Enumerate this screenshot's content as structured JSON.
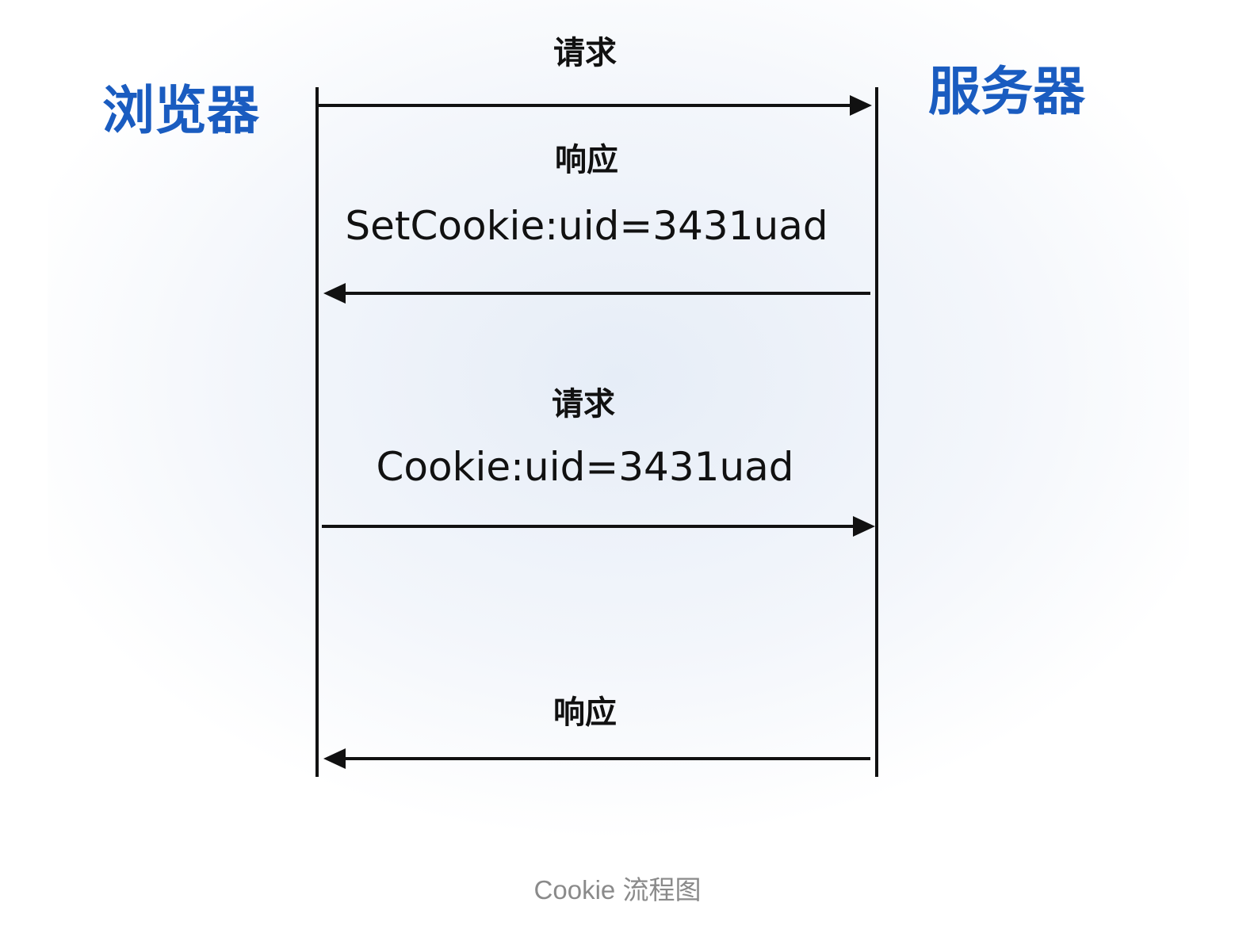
{
  "actors": {
    "browser": "浏览器",
    "server": "服务器"
  },
  "messages": [
    {
      "label": "请求",
      "detail": "",
      "direction": "browser-to-server"
    },
    {
      "label": "响应",
      "detail": "SetCookie:uid=3431uad",
      "direction": "server-to-browser"
    },
    {
      "label": "请求",
      "detail": "Cookie:uid=3431uad",
      "direction": "browser-to-server"
    },
    {
      "label": "响应",
      "detail": "",
      "direction": "server-to-browser"
    }
  ],
  "caption": "Cookie 流程图",
  "colors": {
    "actor": "#1a5cc0",
    "line": "#111111",
    "caption": "#8a8a8a"
  }
}
